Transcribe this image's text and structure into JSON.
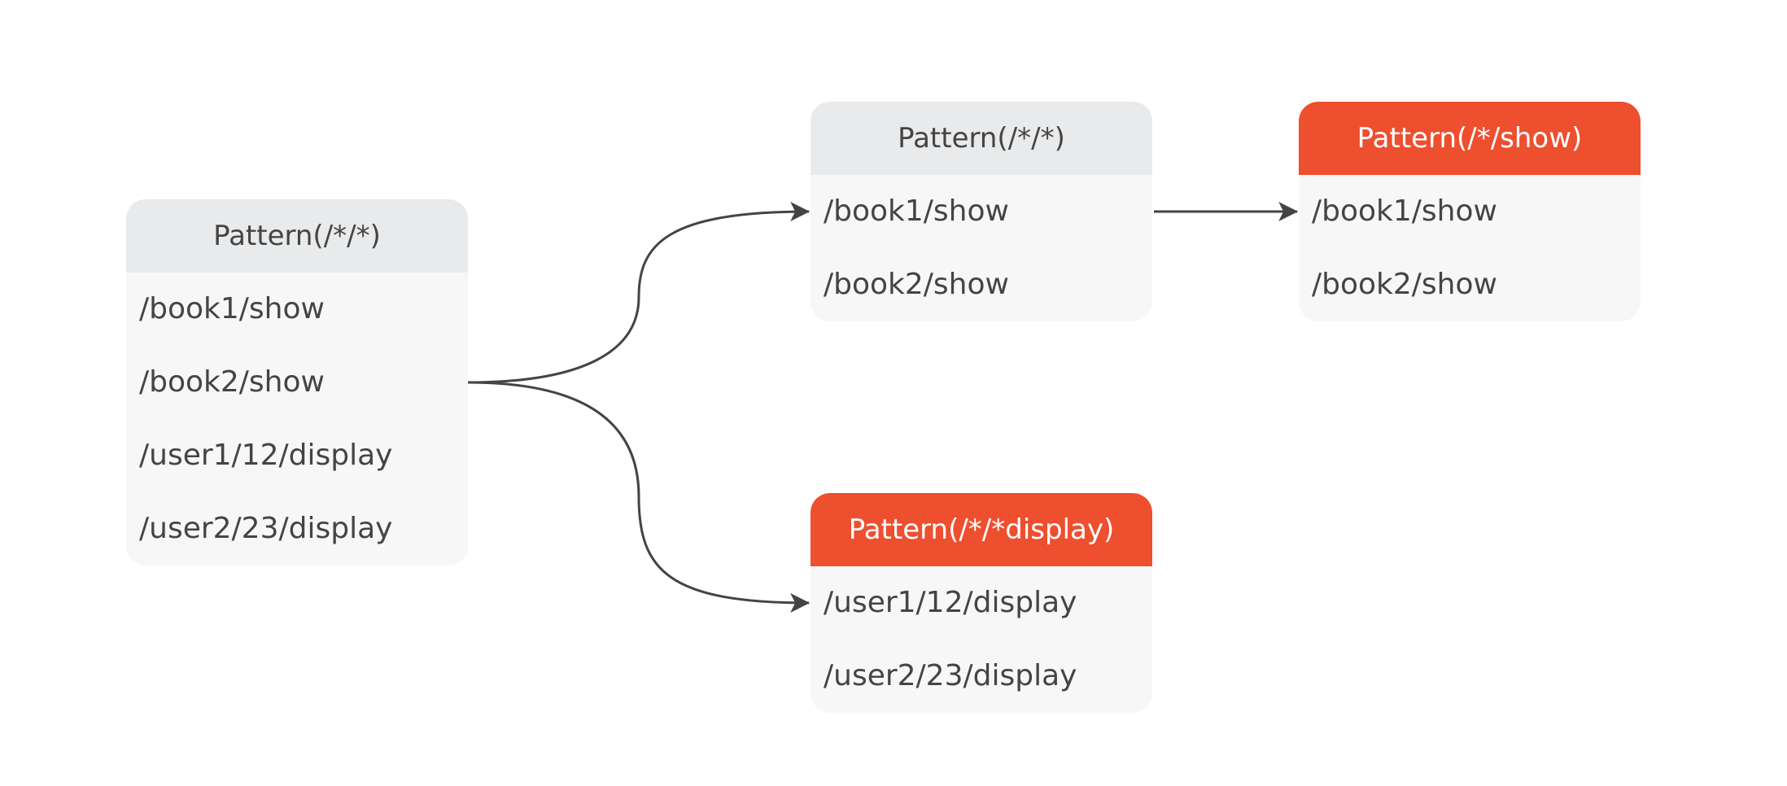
{
  "colors": {
    "header_default": "#e9eaeb",
    "header_highlight": "#ee4f2f",
    "body": "#f7f7f7",
    "text": "#444444",
    "connector": "#444444"
  },
  "boxes": {
    "root": {
      "title": "Pattern(/*/*)",
      "rows": [
        "/book1/show",
        "/book2/show",
        "/user1/12/display",
        "/user2/23/display"
      ]
    },
    "show_group": {
      "title": "Pattern(/*/*)",
      "rows": [
        "/book1/show",
        "/book2/show"
      ]
    },
    "show_result": {
      "title": "Pattern(/*/show)",
      "highlighted": true,
      "rows": [
        "/book1/show",
        "/book2/show"
      ]
    },
    "display_result": {
      "title": "Pattern(/*/*display)",
      "highlighted": true,
      "rows": [
        "/user1/12/display",
        "/user2/23/display"
      ]
    }
  },
  "edges": [
    {
      "from": "root",
      "to": "show_group"
    },
    {
      "from": "root",
      "to": "display_result"
    },
    {
      "from": "show_group",
      "to": "show_result"
    }
  ]
}
